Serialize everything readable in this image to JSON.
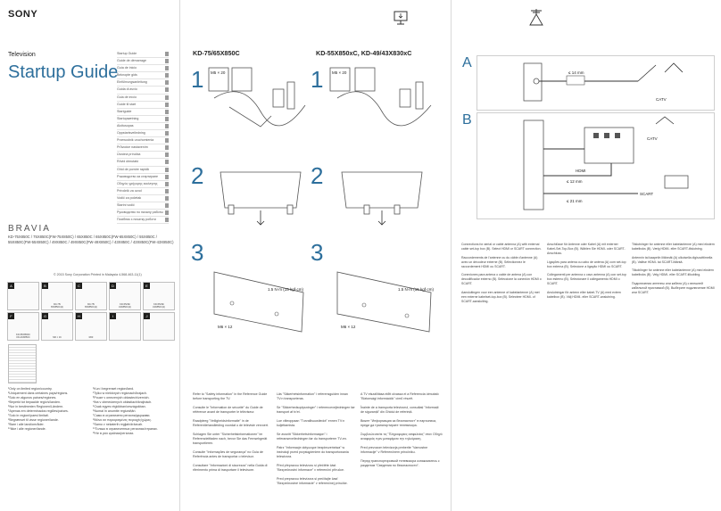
{
  "brand": "SONY",
  "product_type": "Television",
  "guide_title": "Startup Guide",
  "toc": [
    "Startup Guide",
    "Guide de démarrage",
    "Guía de inicio",
    "Beknopte gids",
    "Einführungsanleitung",
    "Guida di avvio",
    "Guia de início",
    "Guide til start",
    "Startguide",
    "Startopsætning",
    "Aloitusopas",
    "Oppstartsveiledning",
    "Przewodnik uruchomienia",
    "Průvodce nastavením",
    "Úvodná príručka",
    "Rövid útmutató",
    "Ghid de pornire rapidă",
    "Ръководство за стартиране",
    "Οδηγός γρήγορης εκκίνησης",
    "Priročnik za uvod",
    "Vodič za početak",
    "Startni vodič",
    "Руководство по началу работы",
    "Посібник з початку роботи"
  ],
  "bravia": "BRAVIA",
  "model_list": "KD-75X850C / 75X850C(FW-75X850C) / 65X850C / 65X850C(FW-65X850C) / 55X850C / 55X850C(FW-55X850C) / 49X850C / 49X850C(FW-49X850C) / 43X850C / 43X850C(FW-43X850C)",
  "copyright": "© 2015 Sony Corporation    Printed in Malaysia    4-568-463-11(1)",
  "kit": [
    {
      "badge": "A",
      "label": ""
    },
    {
      "badge": "B",
      "label": "KD-75/\n65X850C(2)"
    },
    {
      "badge": "C",
      "label": "KD-75/\n65X850C(2)"
    },
    {
      "badge": "D",
      "label": "KD-55/49/\n43X850C(2)"
    },
    {
      "badge": "E",
      "label": "KD-55/49/\n43X850C(2)"
    },
    {
      "badge": "F",
      "label": "KD-55X850C/\nKD-49X850C"
    },
    {
      "badge": "G",
      "label": "M6 × 16"
    },
    {
      "badge": "H",
      "label": "R03"
    },
    {
      "badge": "I",
      "label": ""
    },
    {
      "badge": "J",
      "label": ""
    }
  ],
  "notes_left": "¹Only on limited region/country.\n²Uniquement dans certaines pays/régions.\n³Solo en algunos países/regiones.\n⁴Beperkt tot bepaalde regio's/landen.\n⁵Nur in bestimmten Regionen/Ländern.\n⁶Apenas em determinados regiões/países.\n⁷Solo in regioni/paesi limitati.\n⁸Begrænset til visse regioner/lande.\n⁹Bare i alle land/områder.\n¹⁰Ikke i alle regioner/lande.",
  "notes_right": "¹Kun i begrenset region/land.\n²Tylko w niektórych regionach/krajach.\n³Pouze v omezených oblastech/zemích.\n⁴Iba v obmedzených oblastiach/krajinách.\n⁵Csak egyes régiókban/országokban.\n⁶Numai în anumite regiuni/țări.\n⁷Само в ограничени региони/държави.\n⁸Μόνο σε περιορισμένες περιοχές/χώρες.\n⁹Samo v nekaterih regijah/državah.\n¹⁰Только в ограниченных регионах/странах.\n¹¹Не в усіх країнах/регіонах.",
  "fold_icon": "tv-unpack-icon",
  "model_head_left": "KD-75/65X850C",
  "model_head_right": "KD-55X850xC, KD-49/43X830xC",
  "steps": [
    "1",
    "2",
    "3"
  ],
  "screw_left": "M5 × 20",
  "screw_right": "M5 × 20",
  "step3_left": "M6 × 12",
  "step3_right": "M6 × 12",
  "torque_left": "1.5 N·m (15 kgf·cm)",
  "torque_right": "1.5 N·m (15 kgf·cm)",
  "text_col1": "Refer to \"Safety information\" in the Reference Guide before transporting the TV.\n\nConsulte le \"Information de sécurité\" du Guide de référence avant de transporter le téléviseur.\n\nRaadpleeg \"Veiligheidsinformatie\" in de Referentiehandleiding voordat u de televisie vervoert.\n\nSchlagen Sie unter \"Sicherheitsinformationen\" im Referenzleitfaden nach, bevor Sie das Fernsehgerät transportieren.\n\nConsulte \"Informações de segurança\" no Guia de Referência antes de transportar o televisor.\n\nConsultare \"Informazioni di sicurezza\" nella Guida di riferimento prima di trasportare il televisore.",
  "text_col2": "Läs \"Säkerhetsinformation\" i referensguiden innan TV:n transporteras.\n\nSe \"Sikkerhedsoplysninger\" i referencevejledningen før transport af tv'et.\n\nLue viiteoppaan \"Turvallisuustiedot\" ennen TV:n kuljettamista.\n\nSe avsnitt \"Sikkerhetsinformasjon\" i referanseveiledningen før du transporterer TV-en.\n\nPatrz \"Informacje dotyczące bezpieczeństwa\" w instrukcji przed przystąpieniem do transportowania telewizora.\n\nPřed přepravou televizoru si přečtěte část \"Bezpečnostní informace\" v referenční příručce.\n\nPred prepravou televízora si prečítajte časť \"Bezpečnostné informácie\" v referenčnej príručke.",
  "text_col3": "A TV elszállítása előtt olvassa el a Referencia útmutató \"Biztonsági információk\" című részét.\n\nÎnainte de a transporta televizorul, consultați \"Informații de siguranță\" din Ghidul de referință.\n\nВижте \"Информация за безопасност\" в наръчника, преди да транспортирате телевизора.\n\nΣυμβουλευτείτε τις \"Πληροφορίες ασφαλείας\" στον Οδηγό αναφοράς πριν μεταφέρετε την τηλεόραση.\n\nPred prevozom televizorja preberite \"Varnostne informacije\" v Referenčnem priročniku.\n\nПеред транспортировкой телевизора ознакомьтесь с разделом \"Сведения по безопасности\".",
  "letters": [
    "A",
    "B"
  ],
  "catv": "CATV",
  "dims_a": "≤ 14 mm",
  "dims_b1": "≤ 12 mm",
  "dims_b2": "≤ 21 mm",
  "hdmi": "HDMI",
  "scart": "SCART",
  "conn_col1": "Connections for aerial or cable antenna (A) with external cable set-top box (B). Select HDMI or SCART connection.\n\nRaccordements de l'antenne ou du câble d'antenne (A) avec un décodeur externe (B). Sélectionnez le raccordement HDMI ou SCART.\n\nConexiones para antena o cable de antena (A) con decodificador externo (B). Seleccione la conexión HDMI o SCART.\n\nAansluitingen voor een antenne of kabelantenne (A) met een externe kabelset-top-box (B). Selecteer HDMI- of SCART-aansluiting.",
  "conn_col2": "Anschlüsse für Antenne oder Kabel (A) mit externer Kabel-Set-Top-Box (B). Wählen Sie HDMI- oder SCART-Anschluss.\n\nLigações para antena ou cabo de antena (A) com set-top box externa (B). Selecione a ligação HDMI ou SCART.\n\nCollegamenti per antenna o cavo antenna (A) con set-top box esterno (B). Selezionare il collegamento HDMI o SCART.\n\nAnslutningar för antenn eller kabel-TV (A) med extern kabelbox (B). Välj HDMI- eller SCART-anslutning.",
  "conn_col3": "Tilslutninger for antenne eller kabelantenne (A) med ekstern kabelboks (B). Vælg HDMI- eller SCART-tilslutning.\n\nAntennin tai kaapelin liitännät (A) ulkoisella digisovittimella (B). Valitse HDMI- tai SCART-liitäntä.\n\nTilkoblinger for antenne eller kabelantenne (A) med ekstern kabelboks (B). Velg HDMI- eller SCART-tilkobling.\n\nПодключения антенны или кабеля (A) с внешней кабельной приставкой (B). Выберите подключение HDMI или SCART."
}
